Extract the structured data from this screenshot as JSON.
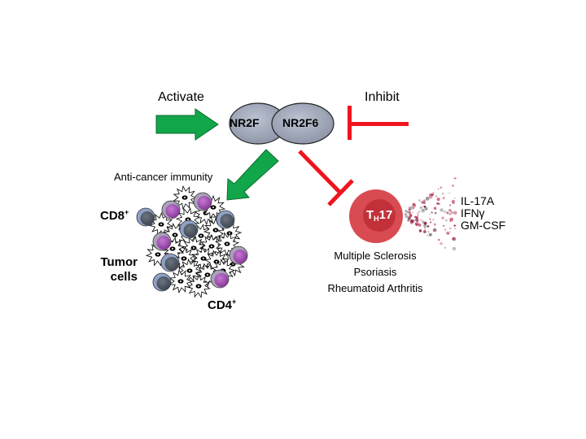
{
  "labels": {
    "activate": "Activate",
    "inhibit": "Inhibit",
    "anti_cancer": "Anti-cancer immunity",
    "cd8": "CD8",
    "cd8_sup": "+",
    "cd4": "CD4",
    "cd4_sup": "+",
    "tumor_line1": "Tumor",
    "tumor_line2": "cells",
    "th17_main": "T",
    "th17_sub": "H",
    "th17_num": "17"
  },
  "nodes": {
    "left_ellipse": "NR2F",
    "right_ellipse": "NR2F6"
  },
  "cytokines": [
    "IL-17A",
    "IFNγ",
    "GM-CSF"
  ],
  "diseases": [
    "Multiple Sclerosis",
    "Psoriasis",
    "Rheumatoid Arthritis"
  ],
  "colors": {
    "activate_green": "#12a64a",
    "inhibit_red": "#f0141e",
    "nr2f6_fill": "#a5adbf",
    "th17_outer": "#d94b52",
    "th17_inner": "#c23139",
    "cd8_cell": "#4f5966",
    "cd4_cell": "#a54ab5"
  }
}
